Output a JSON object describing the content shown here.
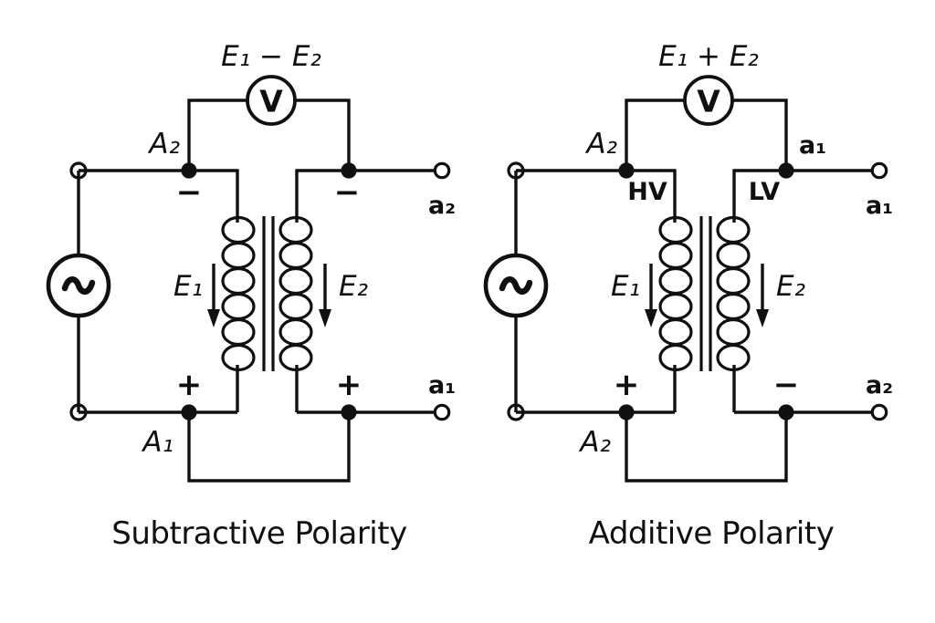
{
  "colors": {
    "background": "#ffffff",
    "ink": "#101010"
  },
  "left_circuit": {
    "caption": "Subtractive Polarity",
    "voltmeter": {
      "reading_label": "E₁ − E₂",
      "symbol": "V"
    },
    "labels": {
      "top_left_node": "A₂",
      "top_left_polarity": "−",
      "top_right_polarity": "−",
      "top_right_terminal": "a₂",
      "primary_voltage": "E₁",
      "secondary_voltage": "E₂",
      "bottom_left_polarity": "+",
      "bottom_right_polarity": "+",
      "bottom_left_node": "A₁",
      "bottom_right_terminal": "a₁"
    }
  },
  "right_circuit": {
    "caption": "Additive Polarity",
    "voltmeter": {
      "reading_label": "E₁ + E₂",
      "symbol": "V"
    },
    "labels": {
      "top_left_node": "A₂",
      "hv_winding": "HV",
      "lv_winding": "LV",
      "top_right_node": "a₁",
      "top_right_terminal": "a₁",
      "primary_voltage": "E₁",
      "secondary_voltage": "E₂",
      "bottom_left_polarity": "+",
      "bottom_right_polarity": "−",
      "bottom_left_node": "A₂",
      "bottom_right_terminal": "a₂"
    }
  }
}
